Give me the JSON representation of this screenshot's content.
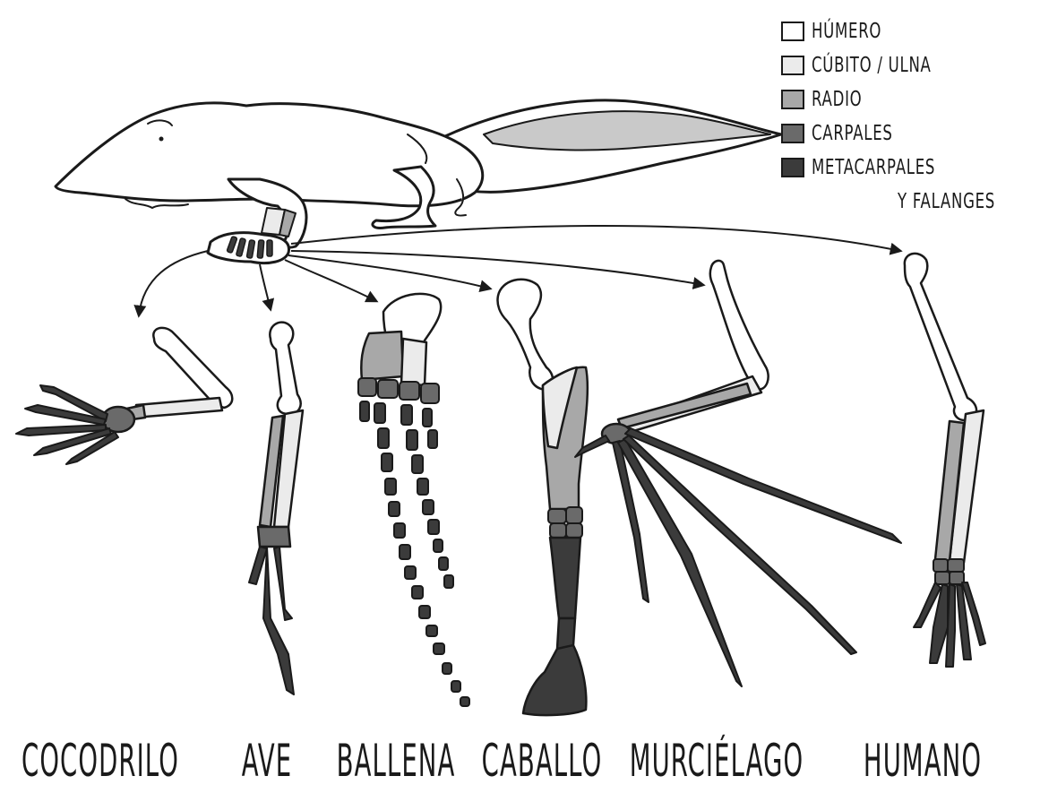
{
  "legend": {
    "items": [
      {
        "label": "HÚMERO",
        "color": "#ffffff"
      },
      {
        "label": "CÚBITO / ULNA",
        "color": "#ebebeb"
      },
      {
        "label": "RADIO",
        "color": "#a8a8a8"
      },
      {
        "label": "CARPALES",
        "color": "#6a6a6a"
      },
      {
        "label": "METACARPALES",
        "color": "#3b3b3b"
      }
    ],
    "continuation": "Y FALANGES"
  },
  "animals": [
    {
      "name": "COCODRILO"
    },
    {
      "name": "AVE"
    },
    {
      "name": "BALLENA"
    },
    {
      "name": "CABALLO"
    },
    {
      "name": "MURCIÉLAGO"
    },
    {
      "name": "HUMANO"
    }
  ],
  "colors": {
    "outline": "#1a1a1a",
    "humerus": "#ffffff",
    "ulna": "#ebebeb",
    "radius": "#a8a8a8",
    "carpals": "#6a6a6a",
    "metacarpals": "#3b3b3b"
  }
}
